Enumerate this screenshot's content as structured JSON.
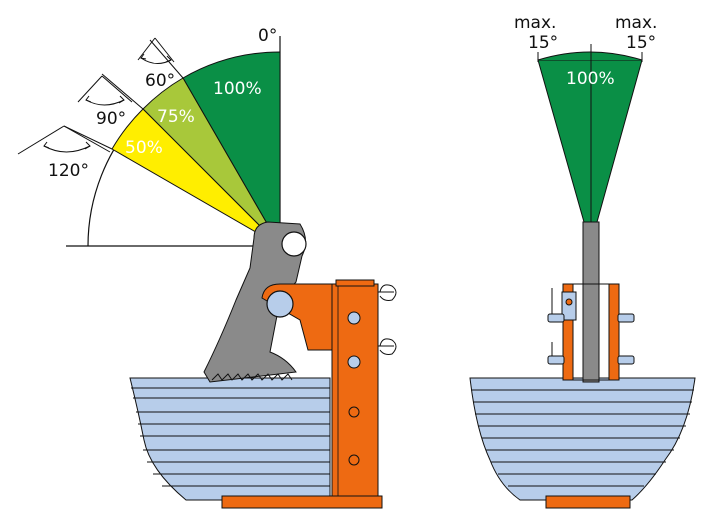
{
  "angle_diagram": {
    "zero_label": "0°",
    "sectors": [
      {
        "percent_label": "100%",
        "angle_label": "60°",
        "color": "#0a8f46"
      },
      {
        "percent_label": "75%",
        "angle_label": "90°",
        "color": "#a8c83a"
      },
      {
        "percent_label": "50%",
        "angle_label": "120°",
        "color": "#ffee00"
      }
    ]
  },
  "side_diagram": {
    "left_max_label": "max.",
    "left_deg_label": "15°",
    "right_max_label": "max.",
    "right_deg_label": "15°",
    "percent_label": "100%",
    "color": "#0a8f46"
  },
  "colors": {
    "clamp_orange": "#ee6a12",
    "plate_blue": "#b7cdea",
    "jaw_gray": "#8a8a8a"
  }
}
